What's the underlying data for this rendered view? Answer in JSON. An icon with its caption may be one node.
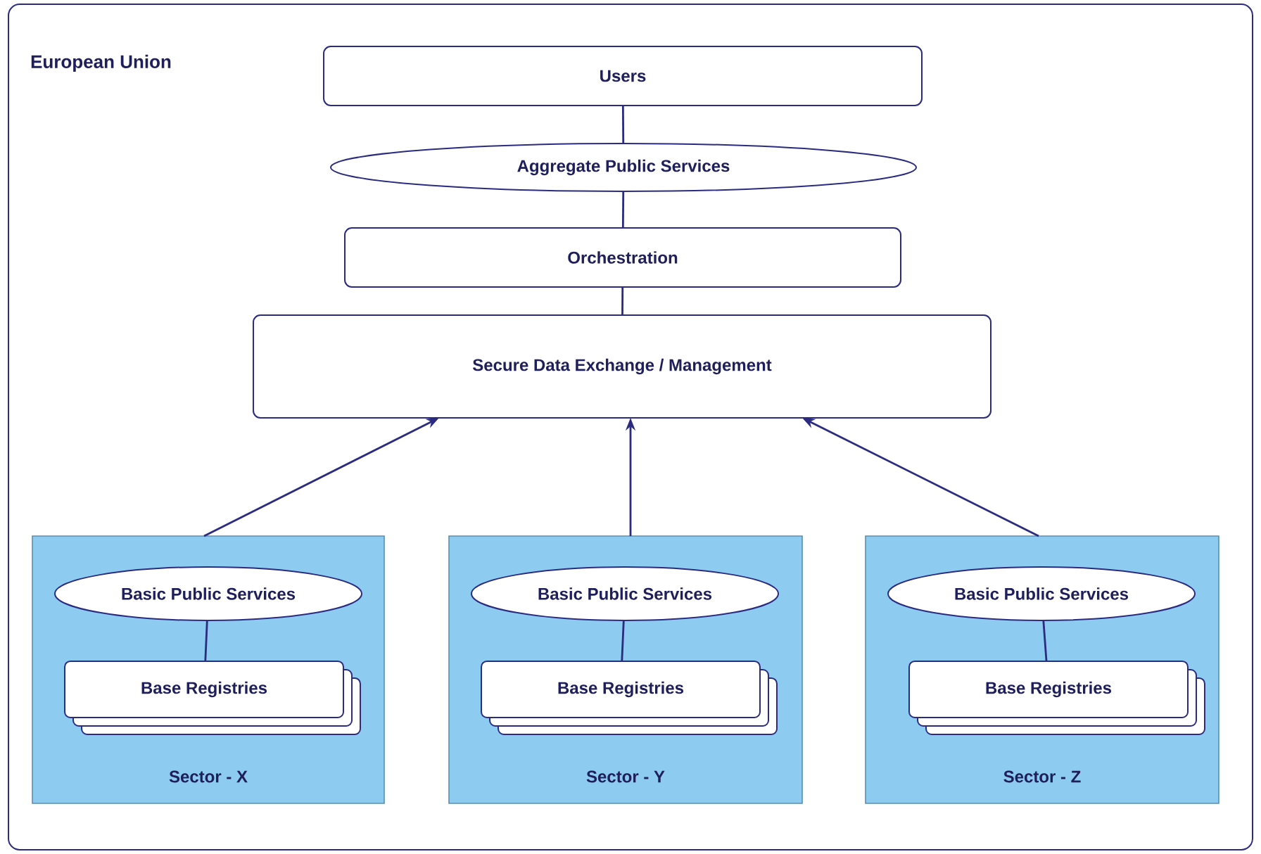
{
  "diagram": {
    "nodes": [
      {
        "text": [
          "European Union"
        ]
      },
      {
        "text": [
          "Users"
        ],
        "in": 0
      },
      {
        "text": [
          "Aggregate Public Services"
        ],
        "in": 0
      },
      {
        "text": [
          "Orchestration"
        ],
        "in": 0
      },
      {
        "text": [
          "Secure Data Exchange / Management"
        ],
        "in": 0
      },
      {
        "text": [
          "Sector - X"
        ],
        "in": 0
      },
      {
        "text": [
          "Basic Public Services"
        ],
        "in": 5
      },
      {
        "text": [
          "Base Registries"
        ],
        "in": 5
      },
      {
        "text": [
          "Sector - Y"
        ],
        "in": 0
      },
      {
        "text": [
          "Basic Public Services"
        ],
        "in": 8
      },
      {
        "text": [
          "Base Registries"
        ],
        "in": 8
      },
      {
        "text": [
          "Sector - Z"
        ],
        "in": 0
      },
      {
        "text": [
          "Basic Public Services"
        ],
        "in": 11
      },
      {
        "text": [
          "Base Registries"
        ],
        "in": 11
      }
    ],
    "edges": [
      {
        "from": 1,
        "to": 2,
        "arrow": "none"
      },
      {
        "from": 2,
        "to": 3,
        "arrow": "none"
      },
      {
        "from": 3,
        "to": 4,
        "arrow": "none"
      },
      {
        "from": 5,
        "to": 4,
        "arrow": "to"
      },
      {
        "from": 8,
        "to": 4,
        "arrow": "to"
      },
      {
        "from": 11,
        "to": 4,
        "arrow": "to"
      },
      {
        "from": 6,
        "to": 7,
        "arrow": "none"
      },
      {
        "from": 9,
        "to": 10,
        "arrow": "none"
      },
      {
        "from": 12,
        "to": 13,
        "arrow": "none"
      }
    ]
  }
}
